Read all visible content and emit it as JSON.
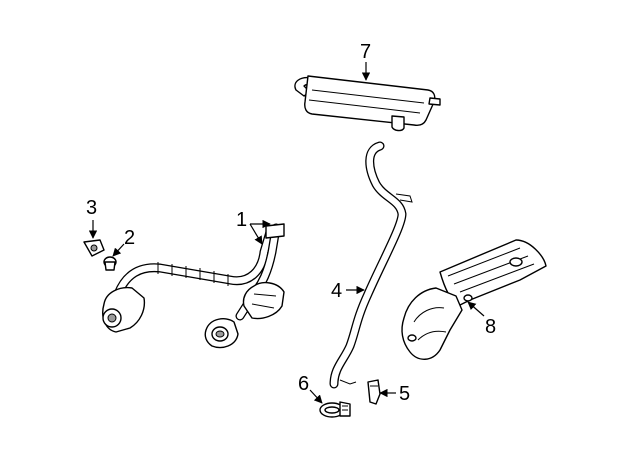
{
  "callouts": {
    "c1": "1",
    "c2": "2",
    "c3": "3",
    "c4": "4",
    "c5": "5",
    "c6": "6",
    "c7": "7",
    "c8": "8"
  },
  "colors": {
    "line": "#000000",
    "background": "#ffffff",
    "shade": "#9a9a9a"
  }
}
